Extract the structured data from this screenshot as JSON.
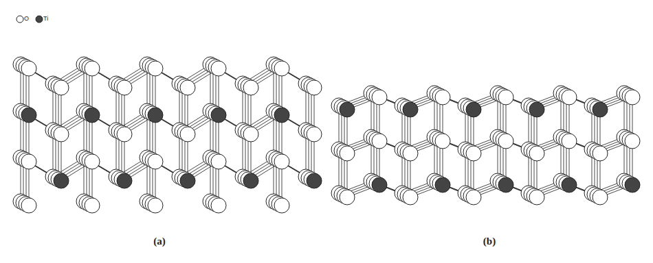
{
  "diagram": {
    "labels": [
      "(a)",
      "(b)"
    ],
    "legend": [
      {
        "text": "O"
      },
      {
        "text": "Ti"
      }
    ]
  }
}
